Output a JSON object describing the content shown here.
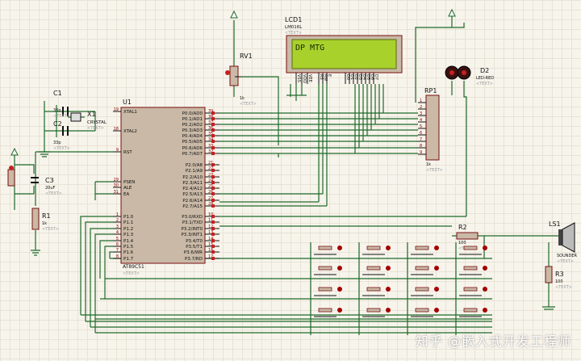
{
  "lcd": {
    "ref": "LCD1",
    "part": "LM016L",
    "text_tag": "<TEXT>",
    "display": "DP MTG",
    "pins": [
      "VSS",
      "VDD",
      "VEE",
      "RS",
      "RW",
      "E",
      "D0",
      "D1",
      "D2",
      "D3",
      "D4",
      "D5",
      "D6",
      "D7"
    ]
  },
  "rv1": {
    "ref": "RV1",
    "value": "1k",
    "text_tag": "<TEXT>"
  },
  "rp1": {
    "ref": "RP1",
    "value": "1k",
    "text_tag": "<TEXT>",
    "pins": [
      "1",
      "2",
      "3",
      "4",
      "5",
      "6",
      "7",
      "8",
      "9"
    ]
  },
  "d2": {
    "ref": "D2",
    "part": "LED-RED",
    "text_tag": "<TEXT>"
  },
  "c1": {
    "ref": "C1",
    "value": "33p",
    "text_tag": "<TEXT>"
  },
  "c2": {
    "ref": "C2",
    "value": "33p",
    "text_tag": "<TEXT>"
  },
  "c3": {
    "ref": "C3",
    "value": "20uF",
    "text_tag": "<TEXT>"
  },
  "x1": {
    "ref": "X1",
    "part": "CRYSTAL",
    "text_tag": "<TEXT>"
  },
  "r1": {
    "ref": "R1",
    "value": "1k",
    "text_tag": "<TEXT>"
  },
  "r2": {
    "ref": "R2",
    "value": "100",
    "text_tag": "<TEXT>"
  },
  "r3": {
    "ref": "R3",
    "value": "100",
    "text_tag": "<TEXT>"
  },
  "ls1": {
    "ref": "LS1",
    "part": "SOUNDER",
    "text_tag": "<TEXT>"
  },
  "u1": {
    "ref": "U1",
    "part": "AT89C51",
    "text_tag": "<TEXT>",
    "left_pins": [
      {
        "num": "19",
        "name": "XTAL1"
      },
      {
        "num": "18",
        "name": "XTAL2"
      },
      {
        "num": "9",
        "name": "RST"
      },
      {
        "num": "29",
        "name": "PSEN"
      },
      {
        "num": "30",
        "name": "ALE"
      },
      {
        "num": "31",
        "name": "EA"
      },
      {
        "num": "1",
        "name": "P1.0"
      },
      {
        "num": "2",
        "name": "P1.1"
      },
      {
        "num": "3",
        "name": "P1.2"
      },
      {
        "num": "4",
        "name": "P1.3"
      },
      {
        "num": "5",
        "name": "P1.4"
      },
      {
        "num": "6",
        "name": "P1.5"
      },
      {
        "num": "7",
        "name": "P1.6"
      },
      {
        "num": "8",
        "name": "P1.7"
      }
    ],
    "right_pins": [
      {
        "num": "39",
        "name": "P0.0/AD0"
      },
      {
        "num": "38",
        "name": "P0.1/AD1"
      },
      {
        "num": "37",
        "name": "P0.2/AD2"
      },
      {
        "num": "36",
        "name": "P0.3/AD3"
      },
      {
        "num": "35",
        "name": "P0.4/AD4"
      },
      {
        "num": "34",
        "name": "P0.5/AD5"
      },
      {
        "num": "33",
        "name": "P0.6/AD6"
      },
      {
        "num": "32",
        "name": "P0.7/AD7"
      },
      {
        "num": "21",
        "name": "P2.0/A8"
      },
      {
        "num": "22",
        "name": "P2.1/A9"
      },
      {
        "num": "23",
        "name": "P2.2/A10"
      },
      {
        "num": "24",
        "name": "P2.3/A11"
      },
      {
        "num": "25",
        "name": "P2.4/A12"
      },
      {
        "num": "26",
        "name": "P2.5/A13"
      },
      {
        "num": "27",
        "name": "P2.6/A14"
      },
      {
        "num": "28",
        "name": "P2.7/A15"
      },
      {
        "num": "10",
        "name": "P3.0/RXD"
      },
      {
        "num": "11",
        "name": "P3.1/TXD"
      },
      {
        "num": "12",
        "name": "P3.2/INT0"
      },
      {
        "num": "13",
        "name": "P3.3/INT1"
      },
      {
        "num": "14",
        "name": "P3.4/T0"
      },
      {
        "num": "15",
        "name": "P3.5/T1"
      },
      {
        "num": "16",
        "name": "P3.6/WR"
      },
      {
        "num": "17",
        "name": "P3.7/RD"
      }
    ]
  },
  "watermark": "知乎 @嵌入式开发工程师",
  "colors": {
    "wire": "#1e6a2a",
    "body": "#c9b9a6",
    "outline": "#7a1010",
    "lcd_bg": "#a9d12c",
    "text": "#111111",
    "pin_num": "#8b0000",
    "button": "#a50000",
    "led": "#3a1010"
  }
}
